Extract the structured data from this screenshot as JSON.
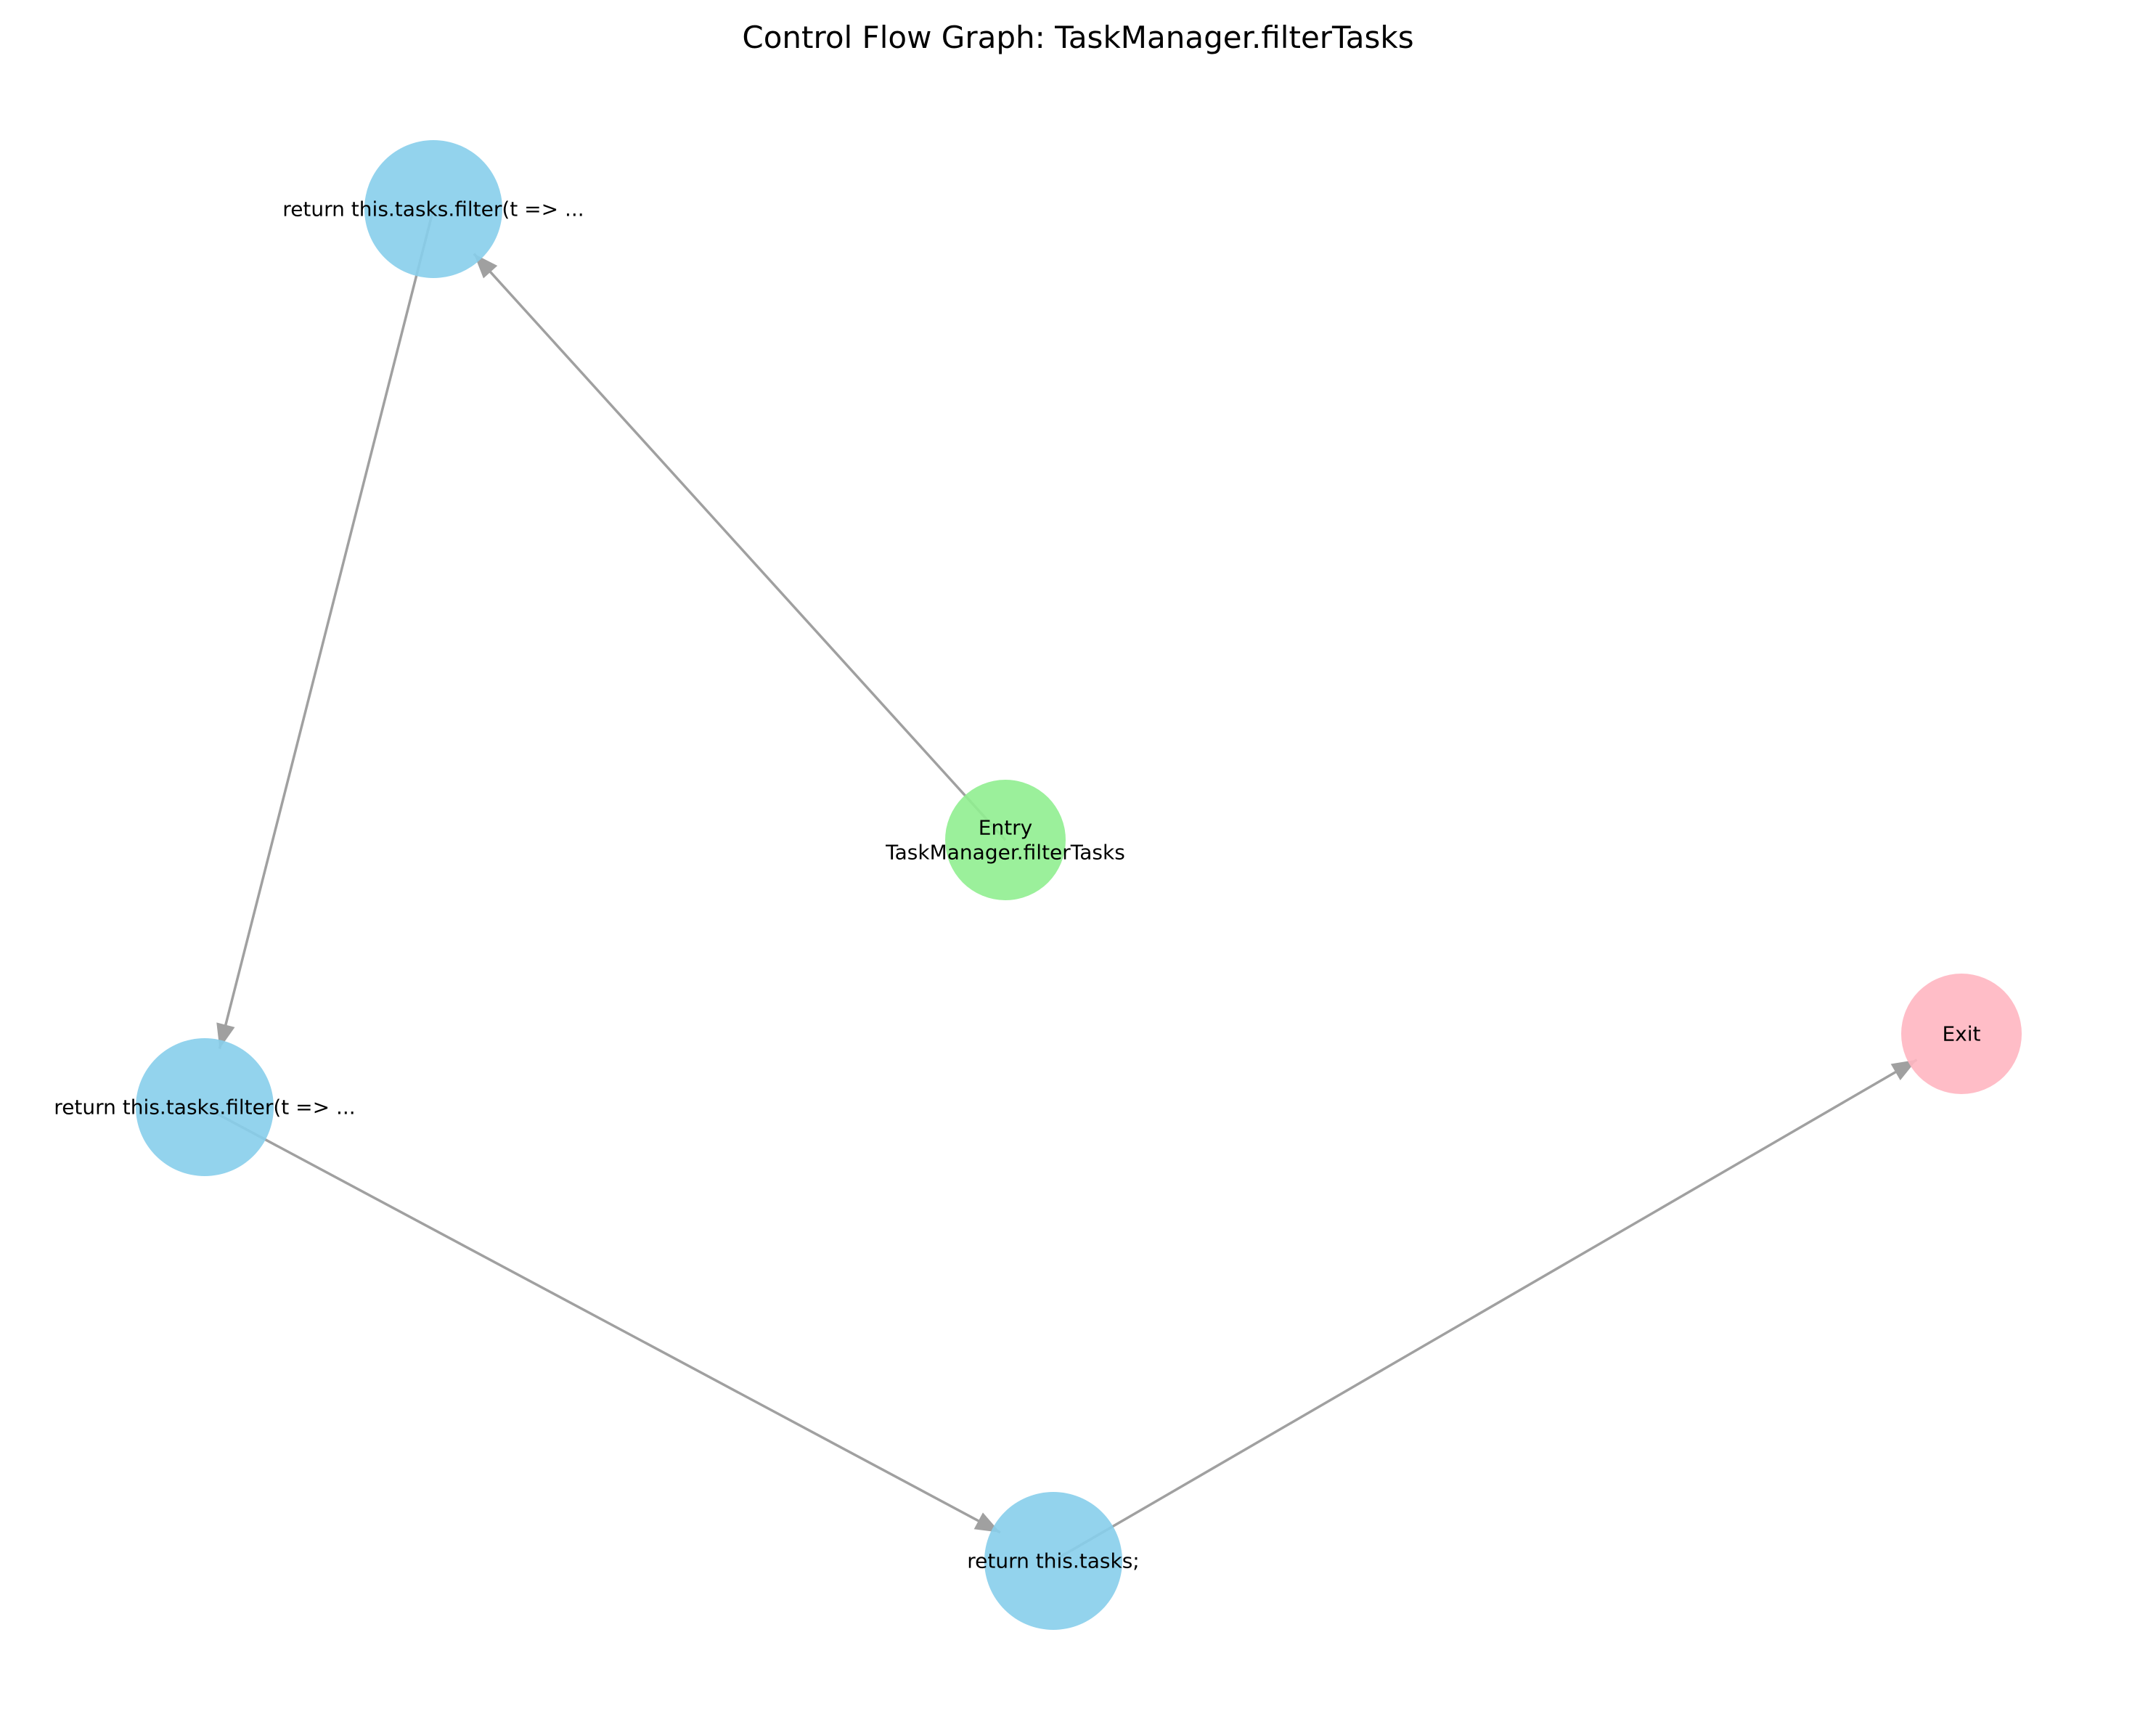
{
  "title": "Control Flow Graph: TaskManager.filterTasks",
  "colors": {
    "entry": "#90EE90",
    "statement": "#87CEEB",
    "exit": "#FFB6C1",
    "edge": "#A0A0A0",
    "text": "#000000"
  },
  "nodes": [
    {
      "id": "entry",
      "kind": "entry",
      "lines": [
        "Entry",
        "TaskManager.filterTasks"
      ]
    },
    {
      "id": "filter_1",
      "kind": "statement",
      "lines": [
        "return this.tasks.filter(t => ..."
      ]
    },
    {
      "id": "filter_2",
      "kind": "statement",
      "lines": [
        "return this.tasks.filter(t => ..."
      ]
    },
    {
      "id": "return_tasks",
      "kind": "statement",
      "lines": [
        "return this.tasks;"
      ]
    },
    {
      "id": "exit",
      "kind": "exit",
      "lines": [
        "Exit"
      ]
    }
  ],
  "edges": [
    {
      "from": "entry",
      "to": "filter_1"
    },
    {
      "from": "filter_1",
      "to": "filter_2"
    },
    {
      "from": "filter_2",
      "to": "return_tasks"
    },
    {
      "from": "return_tasks",
      "to": "exit"
    }
  ]
}
